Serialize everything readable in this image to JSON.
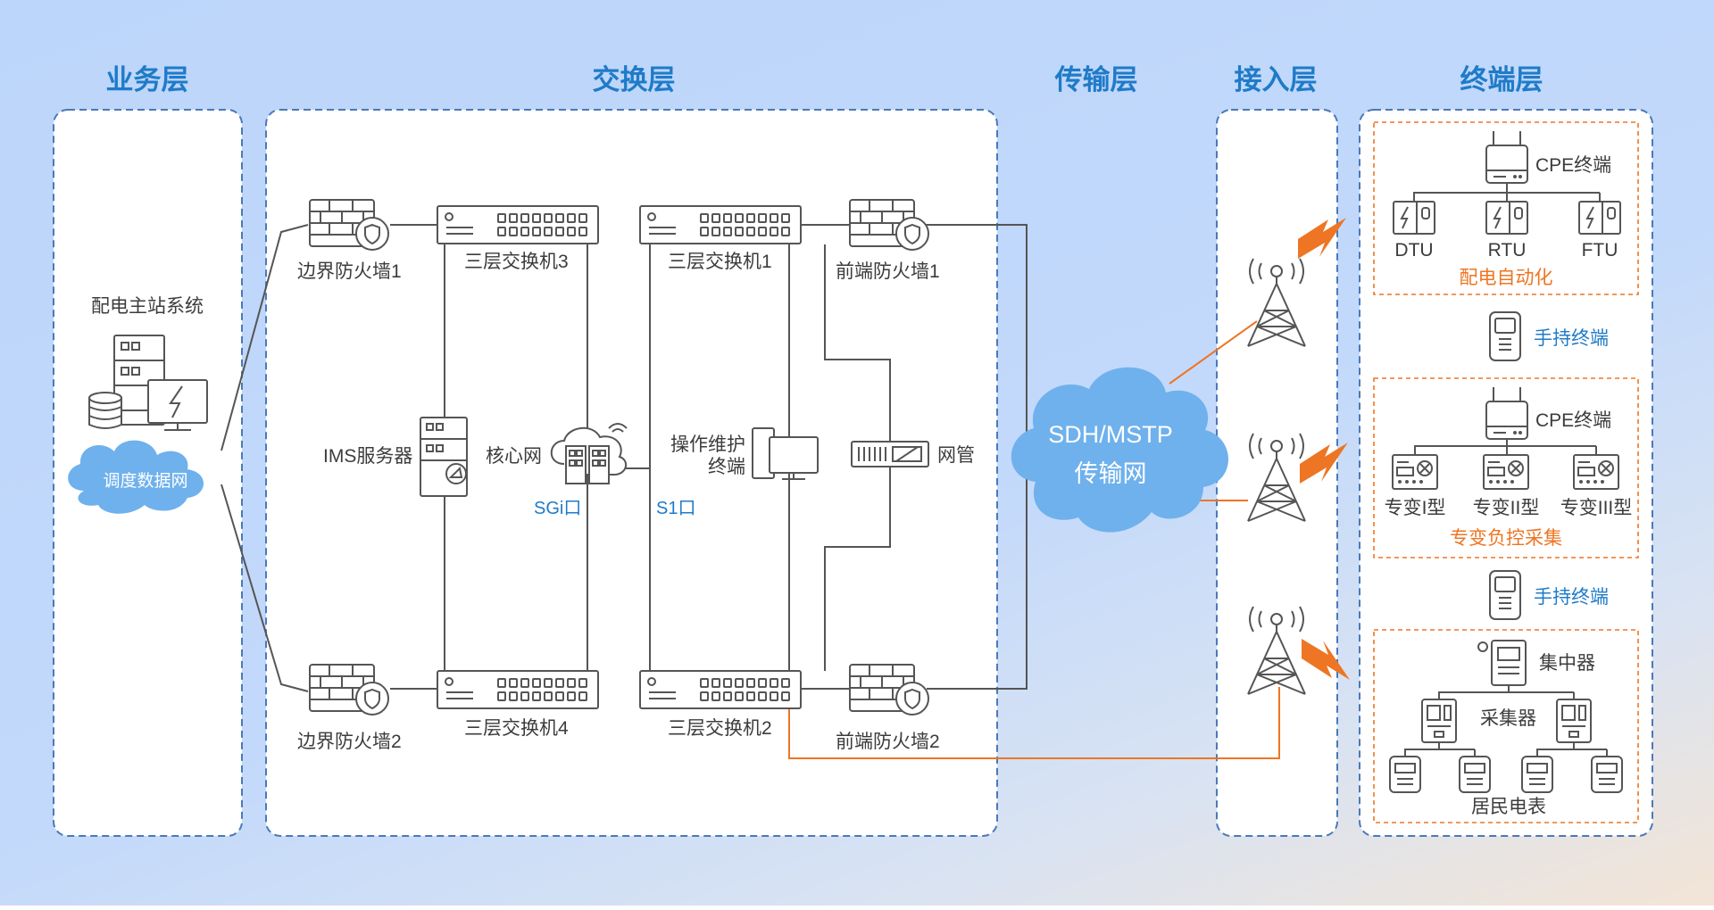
{
  "layers": {
    "business": "业务层",
    "switching": "交换层",
    "transport": "传输层",
    "access": "接入层",
    "terminal": "终端层"
  },
  "business": {
    "master_station": "配电主站系统",
    "dispatch_network": "调度数据网"
  },
  "switching": {
    "border_firewall_1": "边界防火墙1",
    "border_firewall_2": "边界防火墙2",
    "l3_switch_3": "三层交换机3",
    "l3_switch_4": "三层交换机4",
    "l3_switch_1": "三层交换机1",
    "l3_switch_2": "三层交换机2",
    "ims_server": "IMS服务器",
    "core_network": "核心网",
    "sgi_port": "SGi口",
    "s1_port": "S1口",
    "om_terminal_line1": "操作维护",
    "om_terminal_line2": "终端",
    "front_firewall_1": "前端防火墙1",
    "front_firewall_2": "前端防火墙2",
    "network_management": "网管"
  },
  "transport": {
    "cloud_line1": "SDH/MSTP",
    "cloud_line2": "传输网"
  },
  "terminal": {
    "cpe_terminal_1": "CPE终端",
    "dtu": "DTU",
    "rtu": "RTU",
    "ftu": "FTU",
    "distribution_automation": "配电自动化",
    "handheld_1": "手持终端",
    "cpe_terminal_2": "CPE终端",
    "type_1": "专变I型",
    "type_2": "专变II型",
    "type_3": "专变III型",
    "load_control": "专变负控采集",
    "handheld_2": "手持终端",
    "concentrator": "集中器",
    "collector": "采集器",
    "resident_meter": "居民电表"
  },
  "colors": {
    "layer_title": "#1f7bc8",
    "accent_orange": "#ee7523",
    "cloud_blue": "#6fb1ec",
    "line_gray": "#555555"
  }
}
